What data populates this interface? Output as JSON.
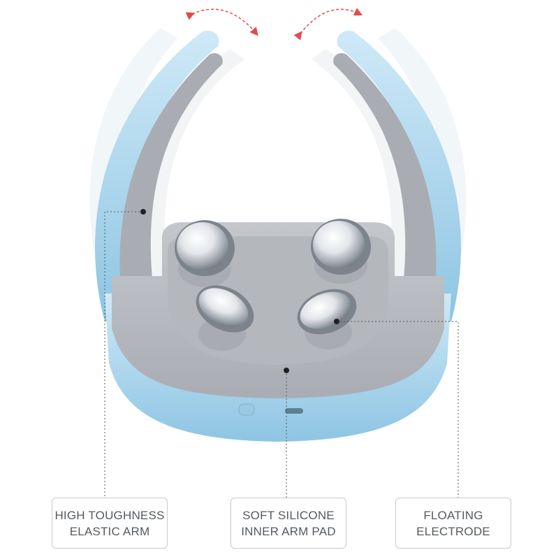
{
  "callouts": [
    {
      "id": "arm",
      "text": "HIGH TOUGHNESS\nELASTIC ARM"
    },
    {
      "id": "pad",
      "text": "SOFT SILICONE\nINNER ARM PAD"
    },
    {
      "id": "electrode",
      "text": "FLOATING\nELECTRODE"
    }
  ],
  "colors": {
    "shell_blue": "#b7dcef",
    "shell_blue_dark": "#8fc3df",
    "silicone_gray": "#b9bcc1",
    "silicone_gray_dark": "#9ea2a8",
    "electrode_metal": "#d9dde2",
    "motion_arrow": "#e24b4b",
    "leader_line": "#555555"
  }
}
